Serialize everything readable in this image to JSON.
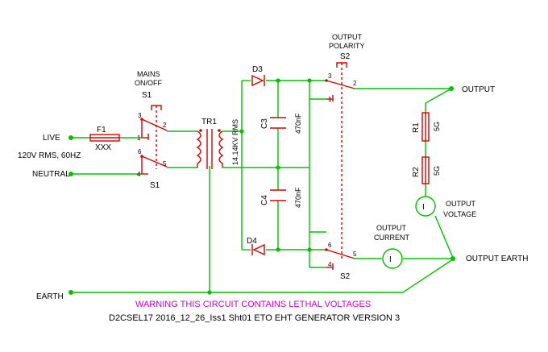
{
  "labels": {
    "live": "LIVE",
    "supply": "120V RMS, 60HZ",
    "neutral": "NEUTRAL",
    "earth": "EARTH",
    "fuse": "F1",
    "fuse_value": "XXX",
    "s1_title_1": "MAINS",
    "s1_title_2": "ON/OFF",
    "s1_ref_top": "S1",
    "s1_ref_bottom": "S1",
    "transformer": "TR1",
    "secondary": "14.14KV RMS",
    "d3": "D3",
    "d4": "D4",
    "c3": "C3",
    "c3_value": "470nF",
    "c4": "C4",
    "c4_value": "470nF",
    "s2_title_1": "OUTPUT",
    "s2_title_2": "POLARITY",
    "s2_ref_top": "S2",
    "s2_ref_bottom": "S2",
    "r1": "R1",
    "r1_value": "5G",
    "r2": "R2",
    "r2_value": "5G",
    "meter_symbol_v": "I",
    "meter_symbol_i": "I",
    "output_voltage_1": "OUTPUT",
    "output_voltage_2": "VOLTAGE",
    "output_current_1": "OUTPUT",
    "output_current_2": "CURRENT",
    "output": "OUTPUT",
    "output_earth": "OUTPUT EARTH"
  },
  "pins": {
    "s1a_3": "3",
    "s1a_2": "2",
    "s1a_1": "1",
    "s1b_6": "6",
    "s1b_5": "5",
    "s1b_4": "4",
    "s2a_3": "3",
    "s2a_2": "2",
    "s2a_1": "1",
    "s2b_6": "6",
    "s2b_5": "5",
    "s2b_4": "4"
  },
  "warning": "WARNING THIS CIRCUIT CONTAINS LETHAL VOLTAGES",
  "footer": "D2CSEL17 2016_12_26_Iss1 Sht01  ETO EHT GENERATOR VERSION 3",
  "colors": {
    "wire": "#00c000",
    "component": "#d80000",
    "warning": "#d000d0"
  }
}
